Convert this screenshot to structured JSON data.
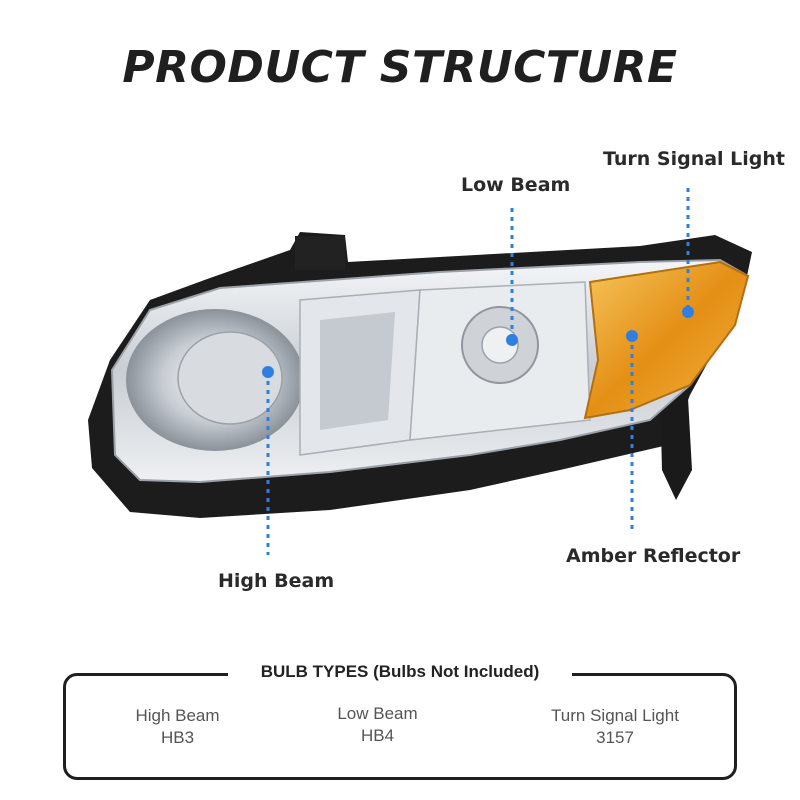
{
  "title": "PRODUCT STRUCTURE",
  "callouts": {
    "low_beam": "Low Beam",
    "turn_signal": "Turn Signal Light",
    "high_beam": "High Beam",
    "amber_reflector": "Amber Reflector"
  },
  "bulb_types": {
    "heading": "BULB TYPES (Bulbs Not Included)",
    "items": [
      {
        "name": "High Beam",
        "type": "HB3"
      },
      {
        "name": "Low Beam",
        "type": "HB4"
      },
      {
        "name": "Turn Signal Light",
        "type": "3157"
      }
    ]
  },
  "colors": {
    "marker": "#2f7fe0",
    "amber": "#e79a1c",
    "chrome": "#d9dde2",
    "housing": "#1c1c1c"
  }
}
